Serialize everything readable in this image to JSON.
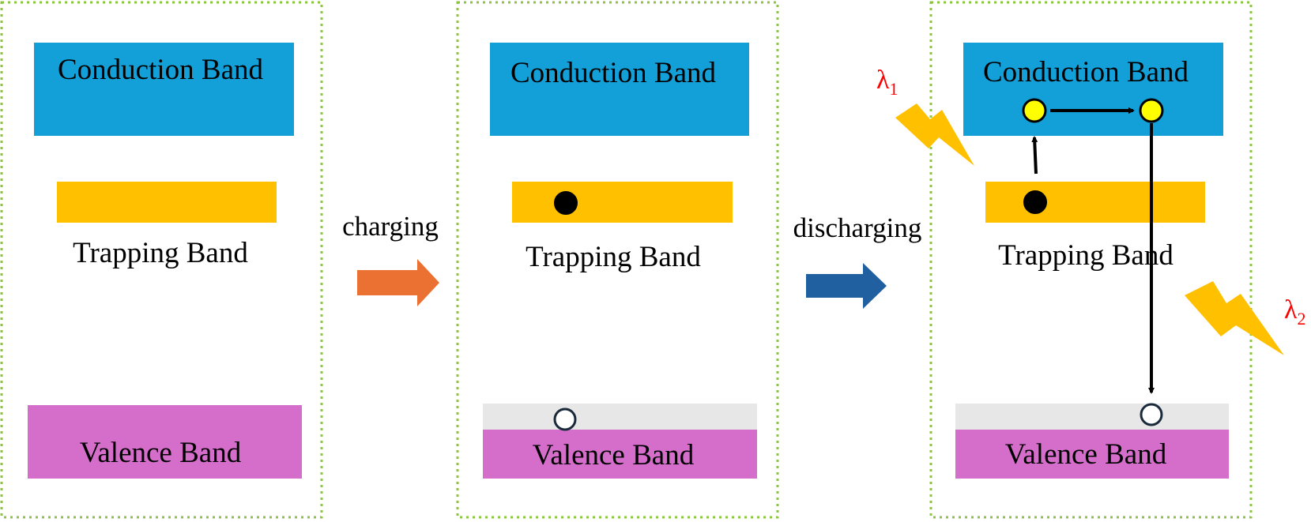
{
  "panels": [
    {
      "conduction_label": "Conduction Band",
      "trapping_label": "Trapping Band",
      "valence_label": "Valence Band"
    },
    {
      "conduction_label": "Conduction Band",
      "trapping_label": "Trapping Band",
      "valence_label": "Valence Band"
    },
    {
      "conduction_label": "Conduction Band",
      "trapping_label": "Trapping Band",
      "valence_label": "Valence Band"
    }
  ],
  "transitions": {
    "charging": "charging",
    "discharging": "discharging"
  },
  "wavelengths": {
    "lambda1_symbol": "λ",
    "lambda1_sub": "1",
    "lambda2_symbol": "λ",
    "lambda2_sub": "2"
  },
  "colors": {
    "conduction": "#139fd8",
    "trapping": "#ffc000",
    "valence": "#d56ecb",
    "hole_region": "#e7e7e7",
    "panel_border": "#8cc63f",
    "charging_arrow": "#ea7132",
    "discharging_arrow": "#2160a0",
    "electron_filled": "#000000",
    "electron_excited": "#ffff00",
    "lightning": "#ffc000",
    "lambda_text": "#ff0000"
  }
}
